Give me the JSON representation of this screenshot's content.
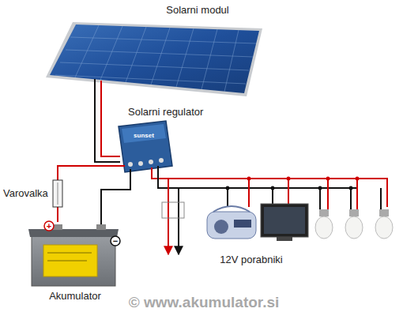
{
  "diagram": {
    "labels": [
      "Solarni modul",
      "Solarni regulator",
      "sunset",
      "Varovalka",
      "+",
      "−",
      "Akumulator",
      "12V porabniki",
      "© www.akumulator.si"
    ]
  }
}
